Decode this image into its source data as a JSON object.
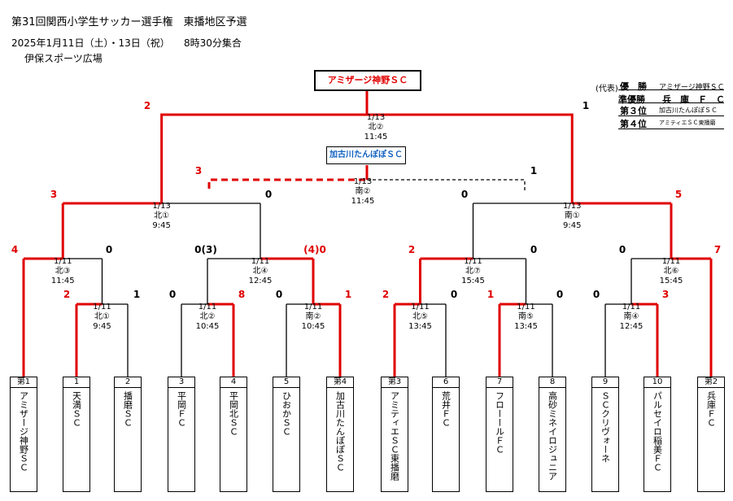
{
  "header": {
    "title": "第31回関西小学生サッカー選手権　東播地区予選",
    "dates": "2025年1月11日（土）・13日（祝）",
    "assembly": "8時30分集合",
    "venue": "伊保スポーツ広場"
  },
  "winner_box": "アミザージ神野ＳＣ",
  "third_box": "加古川たんぽぽＳＣ",
  "results": {
    "tag": "(代表)",
    "rows": [
      {
        "rank": "優　勝",
        "team": "アミザージ神野ＳＣ"
      },
      {
        "rank": "準優勝",
        "team": "兵　庫　Ｆ　Ｃ"
      },
      {
        "rank": "第３位",
        "team": "加古川たんぽぽＳＣ"
      },
      {
        "rank": "第４位",
        "team": "アミティエＳＣ東播磨"
      }
    ]
  },
  "teams": [
    {
      "seed": "第1",
      "name": "アミザージ神野ＳＣ"
    },
    {
      "seed": "1",
      "name": "天満ＳＣ"
    },
    {
      "seed": "2",
      "name": "播磨ＳＣ"
    },
    {
      "seed": "3",
      "name": "平岡ＦＣ"
    },
    {
      "seed": "4",
      "name": "平岡北ＳＣ"
    },
    {
      "seed": "5",
      "name": "ひおかＳＣ"
    },
    {
      "seed": "第4",
      "name": "加古川たんぽぽＳＣ"
    },
    {
      "seed": "第3",
      "name": "アミティエＳＣ東播磨"
    },
    {
      "seed": "6",
      "name": "荒井ＦＣ"
    },
    {
      "seed": "7",
      "name": "フローールＦＣ"
    },
    {
      "seed": "8",
      "name": "高砂ミネイロジュニア"
    },
    {
      "seed": "9",
      "name": "ＳＣクリヴォーネ"
    },
    {
      "seed": "10",
      "name": "パルセイロ稲美ＦＣ"
    },
    {
      "seed": "第2",
      "name": "兵庫ＦＣ"
    }
  ],
  "matches": [
    {
      "date": "1/11",
      "name": "北①",
      "time": "9:45"
    },
    {
      "date": "1/11",
      "name": "北②",
      "time": "10:45"
    },
    {
      "date": "1/11",
      "name": "南②",
      "time": "10:45"
    },
    {
      "date": "1/11",
      "name": "北⑤",
      "time": "13:45"
    },
    {
      "date": "1/11",
      "name": "南⑤",
      "time": "13:45"
    },
    {
      "date": "1/11",
      "name": "南④",
      "time": "12:45"
    },
    {
      "date": "1/11",
      "name": "北③",
      "time": "11:45"
    },
    {
      "date": "1/11",
      "name": "北④",
      "time": "12:45"
    },
    {
      "date": "1/11",
      "name": "北⑦",
      "time": "15:45"
    },
    {
      "date": "1/11",
      "name": "北⑥",
      "time": "15:45"
    },
    {
      "date": "1/13",
      "name": "北①",
      "time": "9:45"
    },
    {
      "date": "1/13",
      "name": "南①",
      "time": "9:45"
    },
    {
      "date": "1/13",
      "name": "北②",
      "time": "11:45"
    },
    {
      "date": "1/13",
      "name": "南②",
      "time": "11:45"
    }
  ],
  "scores": [
    "2",
    "1",
    "3",
    "1",
    "3",
    "0",
    "0",
    "5",
    "4",
    "0",
    "0(3)",
    "(4)0",
    "2",
    "0",
    "0",
    "7",
    "2",
    "1",
    "0",
    "8",
    "0",
    "1",
    "2",
    "0",
    "1",
    "0",
    "0",
    "3"
  ]
}
